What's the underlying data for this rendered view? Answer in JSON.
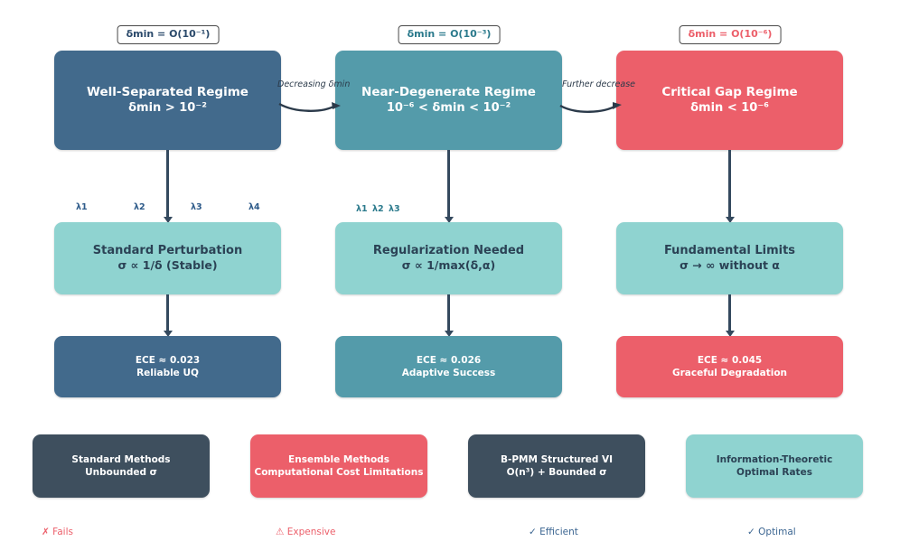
{
  "colors": {
    "regime_well": "#426A8C",
    "regime_near": "#549BAA",
    "regime_critical": "#EC5F6A",
    "mid_box": "#8FD3D0",
    "slate": "#3E4F5E",
    "connector": "#34495e",
    "lambda_blue": "#2e5b8a",
    "lambda_teal": "#2b7a8c",
    "caption_bad": "#EC5F6A",
    "caption_good": "#3b6591"
  },
  "columns": [
    {
      "badge": "δmin = O(10⁻¹)",
      "badge_color": "#2b4a6b",
      "regime": {
        "title": "Well-Separated Regime",
        "subtitle": "δmin > 10⁻²",
        "color": "#426A8C"
      },
      "lambdas": [
        "λ1",
        "λ2",
        "λ3",
        "λ4"
      ],
      "mid": {
        "title": "Standard Perturbation",
        "subtitle": "σ ∝ 1/δ (Stable)"
      },
      "ece": {
        "title": "ECE ≈ 0.023",
        "subtitle": "Reliable UQ",
        "color": "#426A8C"
      }
    },
    {
      "badge": "δmin = O(10⁻³)",
      "badge_color": "#2b7a8c",
      "regime": {
        "title": "Near-Degenerate Regime",
        "subtitle": "10⁻⁶ < δmin < 10⁻²",
        "color": "#549BAA"
      },
      "lambdas": [
        "λ1",
        "λ2",
        "λ3"
      ],
      "mid": {
        "title": "Regularization Needed",
        "subtitle": "σ ∝ 1/max(δ,α)"
      },
      "ece": {
        "title": "ECE ≈ 0.026",
        "subtitle": "Adaptive Success",
        "color": "#549BAA"
      }
    },
    {
      "badge": "δmin = O(10⁻⁶)",
      "badge_color": "#EC5F6A",
      "regime": {
        "title": "Critical Gap Regime",
        "subtitle": "δmin < 10⁻⁶",
        "color": "#EC5F6A"
      },
      "lambdas": [],
      "mid": {
        "title": "Fundamental Limits",
        "subtitle": "σ → ∞ without α"
      },
      "ece": {
        "title": "ECE ≈ 0.045",
        "subtitle": "Graceful Degradation",
        "color": "#EC5F6A"
      }
    }
  ],
  "flow_labels": [
    "Decreasing δmin",
    "Further decrease"
  ],
  "legend": [
    {
      "title": "Standard Methods",
      "subtitle": "Unbounded σ",
      "color": "#3E4F5E",
      "caption": "✗ Fails",
      "caption_kind": "bad"
    },
    {
      "title": "Ensemble Methods",
      "subtitle": "Computational Cost Limitations",
      "color": "#EC5F6A",
      "caption": "⚠ Expensive",
      "caption_kind": "bad"
    },
    {
      "title": "B-PMM Structured VI",
      "subtitle": "O(n³) + Bounded σ",
      "color": "#3E4F5E",
      "caption": "✓ Efficient",
      "caption_kind": "good"
    },
    {
      "title": "Information-Theoretic",
      "subtitle": "Optimal Rates",
      "color": "#8FD3D0",
      "caption": "✓ Optimal",
      "caption_kind": "good"
    }
  ]
}
